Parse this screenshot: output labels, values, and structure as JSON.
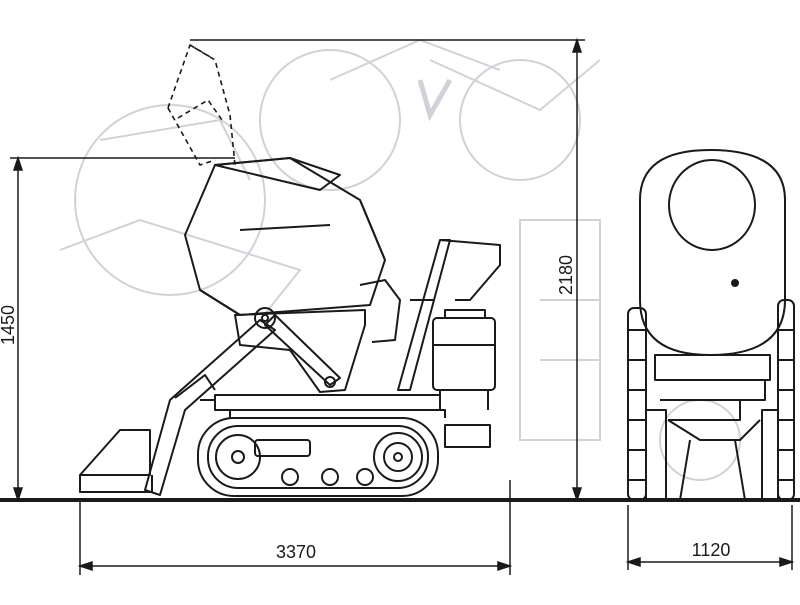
{
  "dimensions": {
    "overall_length": "3370",
    "width": "1120",
    "drum_height": "1450",
    "max_height_tipped": "2180"
  },
  "colors": {
    "line": "#1a1a1a",
    "faint": "#cfd2d6",
    "background": "#ffffff"
  }
}
